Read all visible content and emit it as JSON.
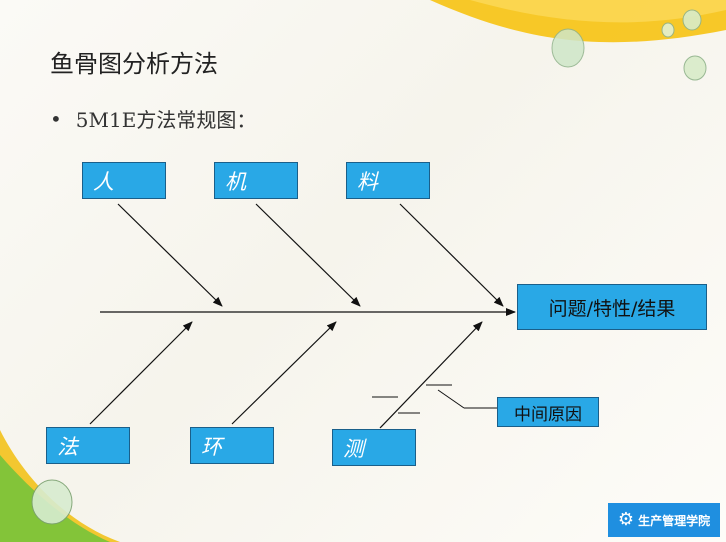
{
  "slide": {
    "title": "鱼骨图分析方法",
    "bullet": "•",
    "subtitle": "5M1E方法常规图："
  },
  "diagram": {
    "top_causes": [
      "人",
      "机",
      "料"
    ],
    "bottom_causes": [
      "法",
      "环",
      "测"
    ],
    "effect": "问题/特性/结果",
    "secondary_label": "中间原因"
  },
  "logo": {
    "text": "生产管理学院",
    "icon": "gear-icon"
  },
  "colors": {
    "box_fill": "#29a8e6",
    "box_border": "#1a5f8a",
    "line": "#111111",
    "accent_yellow": "#f5c21a",
    "accent_green": "#7cc43a",
    "logo_bg": "#1f8fe0"
  }
}
